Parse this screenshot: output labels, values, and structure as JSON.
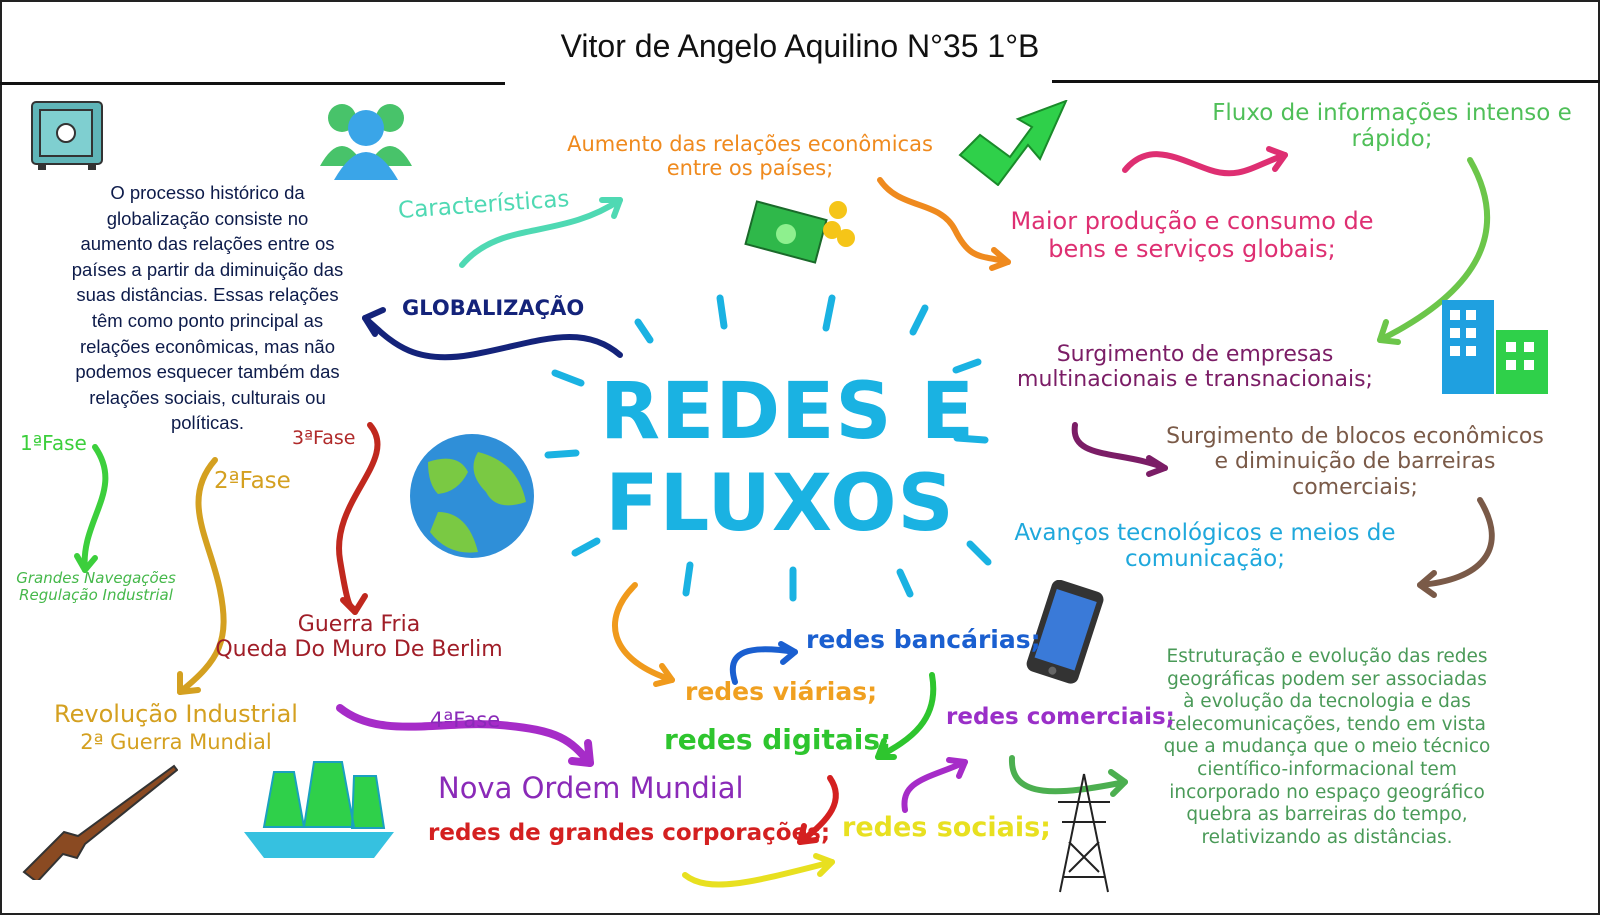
{
  "header": {
    "title": "Vitor de Angelo Aquilino  N°35   1°B"
  },
  "center": {
    "line1": "REDES E",
    "line2": "FLUXOS"
  },
  "left": {
    "globalizacao": "GLOBALIZAÇÃO",
    "caracteristicas": "Características",
    "definition": [
      "O processo histórico da",
      "globalização consiste no",
      "aumento das relações entre os",
      "países a partir da diminuição das",
      "suas distâncias. Essas relações",
      "têm como ponto principal as",
      "relações econômicas, mas não",
      "podemos esquecer também das",
      "relações sociais, culturais ou",
      "políticas."
    ],
    "fase1": "1ªFase",
    "fase1_items": [
      "Grandes Navegações",
      "Regulação Industrial"
    ],
    "fase2": "2ªFase",
    "fase2_items": [
      "Revolução Industrial",
      "2ª Guerra Mundial"
    ],
    "fase3": "3ªFase",
    "fase3_items": [
      "Guerra Fria",
      "Queda Do Muro De Berlim"
    ],
    "fase4": "4ªFase",
    "fase4_item": "Nova Ordem Mundial"
  },
  "right": {
    "aumento": [
      "Aumento das relações econômicas",
      "entre os países;"
    ],
    "fluxo": [
      "Fluxo de informações intenso e",
      "rápido;"
    ],
    "maior": [
      "Maior produção e consumo de",
      "bens e serviços globais;"
    ],
    "surgimento_empresas": [
      "Surgimento de empresas",
      "multinacionais e transnacionais;"
    ],
    "surgimento_blocos": [
      "Surgimento de blocos econômicos",
      "e diminuição de barreiras",
      "comerciais;"
    ],
    "avancos": [
      "Avanços tecnológicos e meios de",
      "comunicação;"
    ],
    "conclusao": [
      "Estruturação e evolução das redes",
      "geográficas podem ser associadas",
      "à evolução da tecnologia e das",
      "telecomunicações, tendo em vista",
      "que a mudança que o meio técnico",
      "científico-informacional tem",
      "incorporado no espaço geográfico",
      "quebra as barreiras do tempo,",
      "relativizando as distâncias."
    ]
  },
  "redes": {
    "bancarias": "redes bancárias;",
    "viarias": "redes viárias;",
    "digitais": "redes digitais;",
    "comerciais": "redes comerciais;",
    "corporacoes": "redes de grandes corporações;",
    "sociais": "redes sociais;"
  },
  "colors": {
    "center": "#1ab2e2",
    "navy": "#14237a",
    "orange": "#ef8a1e",
    "pink": "#de2f72",
    "green": "#45b84a"
  }
}
